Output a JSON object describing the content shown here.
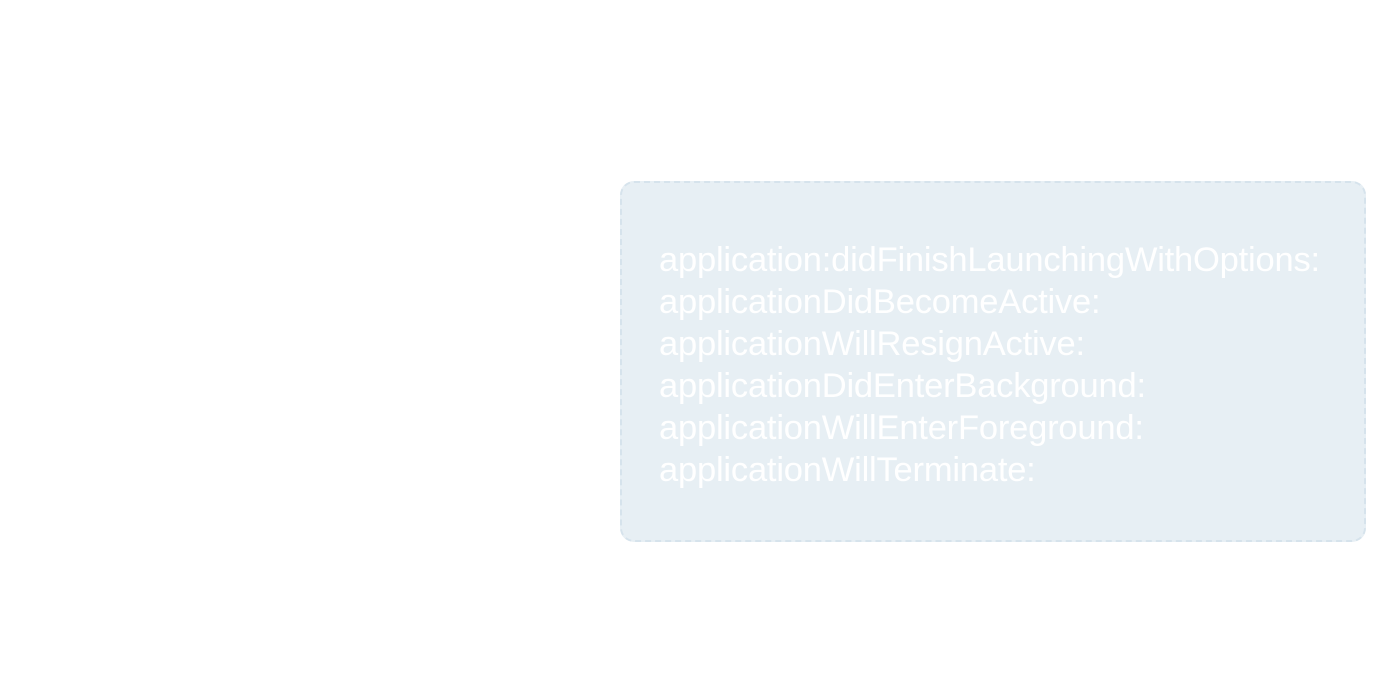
{
  "lifecycle_box": {
    "methods": [
      "application:didFinishLaunchingWithOptions:",
      "applicationDidBecomeActive:",
      "applicationWillResignActive:",
      "applicationDidEnterBackground:",
      "applicationWillEnterForeground:",
      "applicationWillTerminate:"
    ]
  },
  "colors": {
    "background": "#ffffff",
    "box_fill": "#e7eff4",
    "box_border": "#d6e3ec",
    "text": "#ffffff"
  }
}
